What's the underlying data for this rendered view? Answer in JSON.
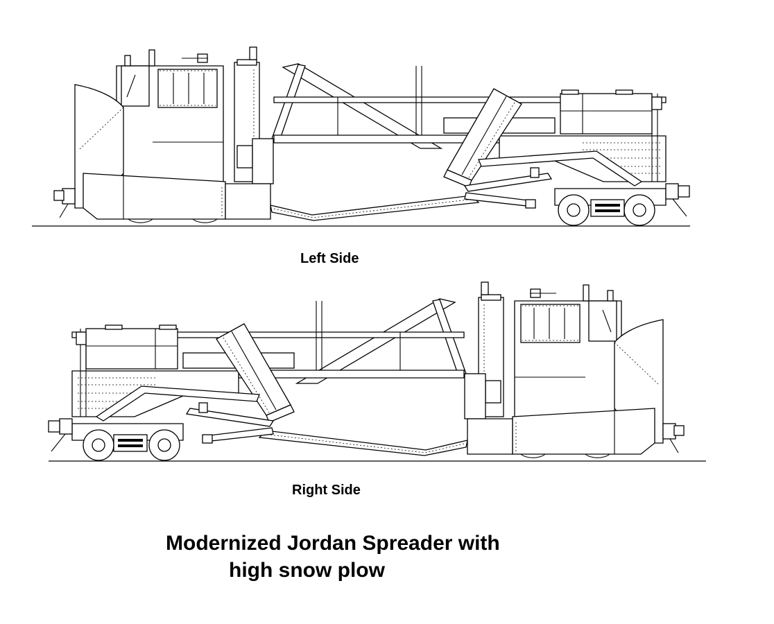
{
  "labels": {
    "left_side": "Left Side",
    "right_side": "Right Side"
  },
  "title": {
    "line1": "Modernized Jordan Spreader with",
    "line2": "high snow plow"
  }
}
